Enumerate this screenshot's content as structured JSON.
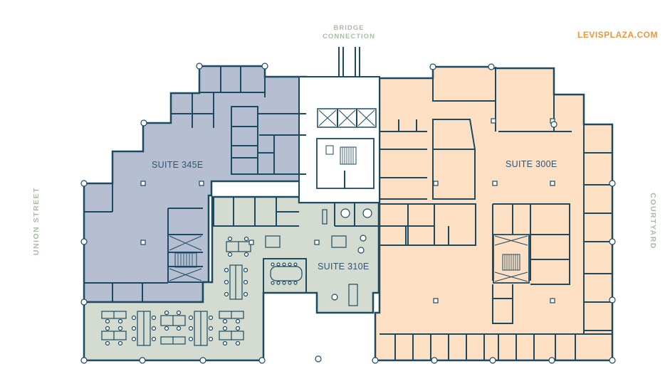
{
  "labels": {
    "bridge_line1": "BRIDGE",
    "bridge_line2": "CONNECTION",
    "website": "LEVISPLAZA.COM",
    "west_street": "UNION STREET",
    "east_side": "COURTYARD"
  },
  "suites": [
    {
      "name": "SUITE 345E",
      "fill": "#b6bfd1"
    },
    {
      "name": "SUITE 310E",
      "fill": "#d4dbd0"
    },
    {
      "name": "SUITE 300E",
      "fill": "#fddfc3"
    }
  ],
  "colors": {
    "wall": "#1b4a63",
    "street_label": "#a9bca3",
    "website": "#f0943a",
    "suite_label": "#2f5573"
  }
}
